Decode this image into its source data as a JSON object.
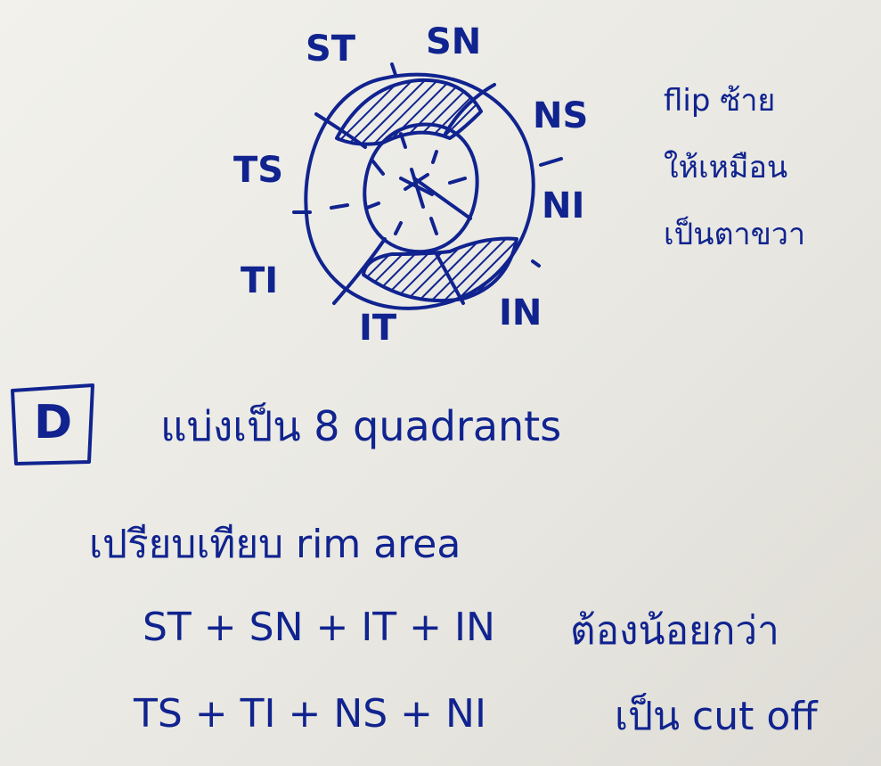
{
  "diagram": {
    "labels": {
      "st": "ST",
      "sn": "SN",
      "ns": "NS",
      "ni": "NI",
      "in": "IN",
      "it": "IT",
      "ti": "TI",
      "ts": "TS"
    }
  },
  "side_note": {
    "line1": "flip ซ้าย",
    "line2": "ให้เหมือน",
    "line3": "เป็นตาขวา"
  },
  "item": {
    "box_label": "D",
    "text": "แบ่งเป็น 8 quadrants"
  },
  "compare": {
    "line": "เปรียบเทียบ rim area",
    "eq1_terms": "ST + SN + IT + IN",
    "eq1_note": "ต้องน้อยกว่า",
    "eq2_terms": "TS + TI + NS + NI",
    "eq2_note": "เป็น cut off"
  },
  "colors": {
    "ink": "#10238f",
    "paper": "#ecebe5"
  }
}
